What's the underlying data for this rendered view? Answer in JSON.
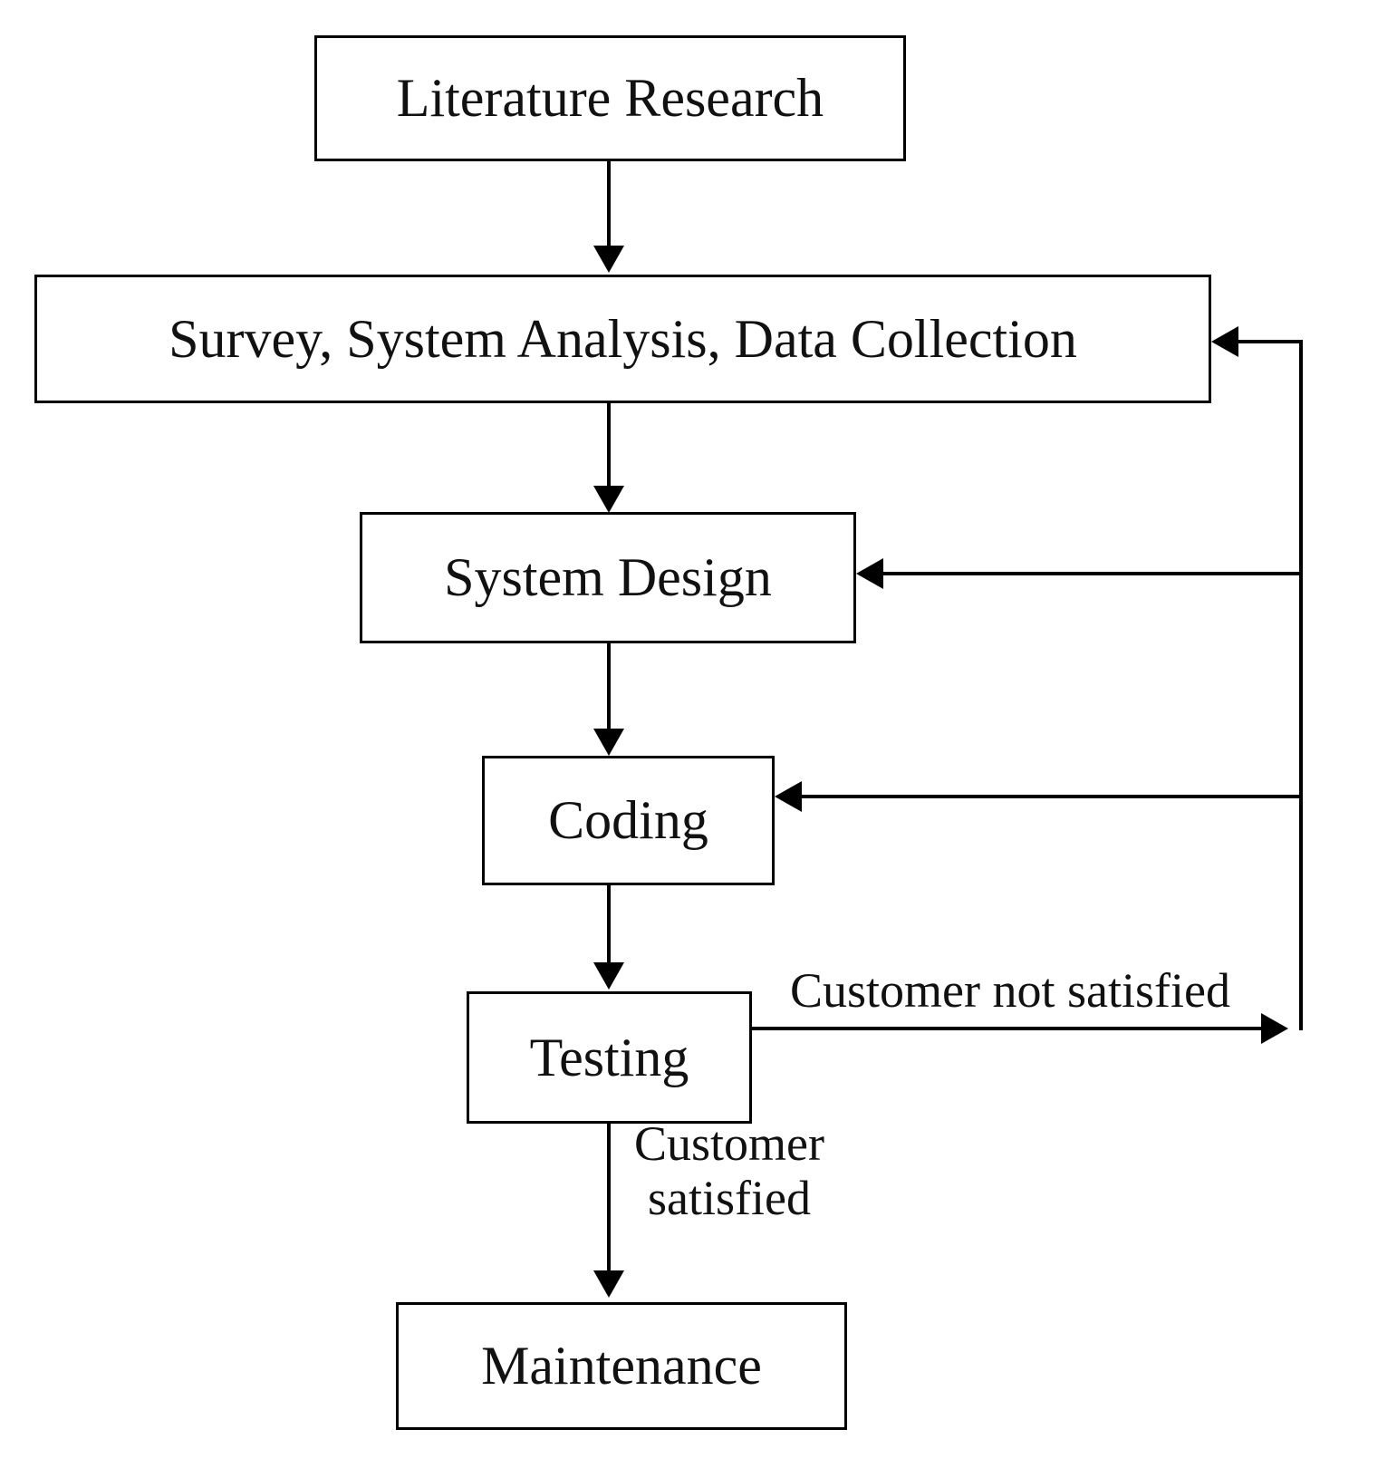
{
  "diagram": {
    "title": "Software development lifecycle flowchart",
    "type": "flowchart",
    "background_color": "#ffffff",
    "line_color": "#000000",
    "text_color": "#111111",
    "nodes": [
      {
        "id": "literature",
        "label": "Literature Research"
      },
      {
        "id": "survey",
        "label": "Survey, System Analysis, Data Collection"
      },
      {
        "id": "system_design",
        "label": "System Design"
      },
      {
        "id": "coding",
        "label": "Coding"
      },
      {
        "id": "testing",
        "label": "Testing"
      },
      {
        "id": "maintenance",
        "label": "Maintenance"
      }
    ],
    "edges": [
      {
        "from": "literature",
        "to": "survey",
        "label": ""
      },
      {
        "from": "survey",
        "to": "system_design",
        "label": ""
      },
      {
        "from": "system_design",
        "to": "coding",
        "label": ""
      },
      {
        "from": "coding",
        "to": "testing",
        "label": ""
      },
      {
        "from": "testing",
        "to": "maintenance",
        "label": "Customer\nsatisfied"
      },
      {
        "from": "testing",
        "to": "survey",
        "label": "Customer not satisfied"
      },
      {
        "from": "testing",
        "to": "system_design",
        "label": ""
      },
      {
        "from": "testing",
        "to": "coding",
        "label": ""
      }
    ],
    "edge_labels": {
      "customer_not_satisfied": "Customer not satisfied",
      "customer_satisfied": "Customer\nsatisfied"
    }
  }
}
